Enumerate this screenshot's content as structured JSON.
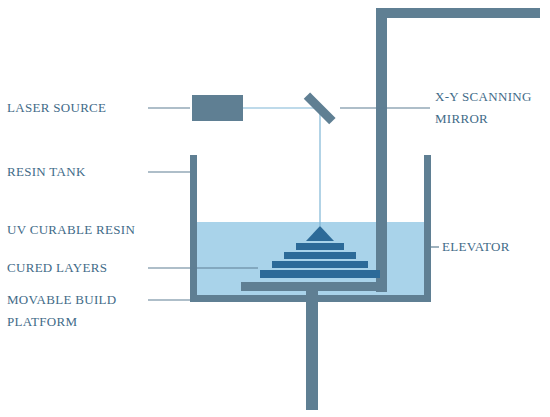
{
  "diagram": {
    "labels": [
      "LASER SOURCE",
      "X-Y SCANNING MIRROR",
      "RESIN TANK",
      "UV CURABLE RESIN",
      "ELEVATOR",
      "CURED LAYERS",
      "MOVABLE BUILD PLATFORM"
    ]
  }
}
